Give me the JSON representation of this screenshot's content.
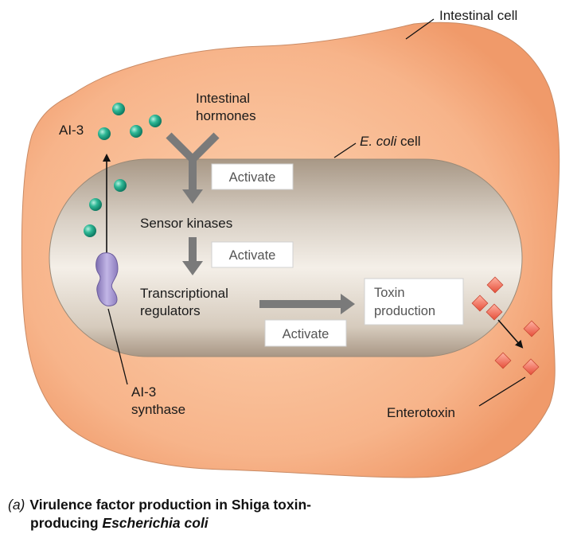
{
  "labels": {
    "intestinal_cell": "Intestinal cell",
    "ecoli_cell_italic": "E. coli",
    "ecoli_cell_rest": " cell",
    "ai3": "AI-3",
    "intestinal_hormones_line1": "Intestinal",
    "intestinal_hormones_line2": "hormones",
    "sensor_kinases": "Sensor kinases",
    "transcriptional_line1": "Transcriptional",
    "transcriptional_line2": "regulators",
    "ai3_synthase_line1": "AI-3",
    "ai3_synthase_line2": "synthase",
    "enterotoxin": "Enterotoxin"
  },
  "boxes": {
    "activate_1": "Activate",
    "activate_2": "Activate",
    "activate_3": "Activate",
    "toxin_line1": "Toxin",
    "toxin_line2": "production"
  },
  "caption": {
    "tag": "(a)",
    "line1": "Virulence factor production in Shiga toxin-",
    "line2_plain": "producing ",
    "line2_italic": "Escherichia coli"
  },
  "colors": {
    "intestinal_cell_fill": "#f6b58a",
    "ecoli_cell_fill": "#b9aa98",
    "ai3_molecule": "#1fa387",
    "ai3_synthase": "#9c8cc4",
    "enterotoxin": "#ef6a55",
    "arrow_gray": "#7a7a7a"
  }
}
